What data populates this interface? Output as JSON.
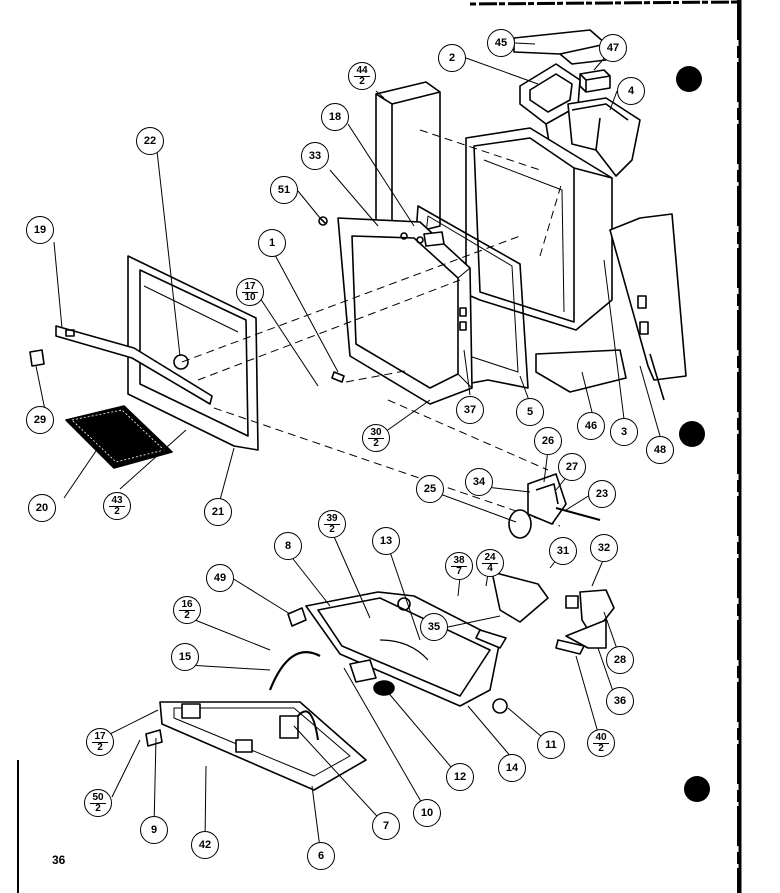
{
  "page_number": "36",
  "callouts": [
    {
      "id": "c45",
      "num": "45"
    },
    {
      "id": "c47",
      "num": "47"
    },
    {
      "id": "c2",
      "num": "2"
    },
    {
      "id": "c4",
      "num": "4"
    },
    {
      "id": "c44",
      "num": "44",
      "den": "2"
    },
    {
      "id": "c18",
      "num": "18"
    },
    {
      "id": "c33",
      "num": "33"
    },
    {
      "id": "c22",
      "num": "22"
    },
    {
      "id": "c51",
      "num": "51"
    },
    {
      "id": "c19",
      "num": "19"
    },
    {
      "id": "c1",
      "num": "1"
    },
    {
      "id": "c17a",
      "num": "17",
      "den": "10"
    },
    {
      "id": "c29",
      "num": "29"
    },
    {
      "id": "c30",
      "num": "30",
      "den": "2"
    },
    {
      "id": "c37",
      "num": "37"
    },
    {
      "id": "c5",
      "num": "5"
    },
    {
      "id": "c46",
      "num": "46"
    },
    {
      "id": "c3",
      "num": "3"
    },
    {
      "id": "c48",
      "num": "48"
    },
    {
      "id": "c26",
      "num": "26"
    },
    {
      "id": "c27",
      "num": "27"
    },
    {
      "id": "c20",
      "num": "20"
    },
    {
      "id": "c43",
      "num": "43",
      "den": "2"
    },
    {
      "id": "c21",
      "num": "21"
    },
    {
      "id": "c25",
      "num": "25"
    },
    {
      "id": "c34",
      "num": "34"
    },
    {
      "id": "c23",
      "num": "23"
    },
    {
      "id": "c39",
      "num": "39",
      "den": "2"
    },
    {
      "id": "c13",
      "num": "13"
    },
    {
      "id": "c8",
      "num": "8"
    },
    {
      "id": "c38",
      "num": "38",
      "den": "7"
    },
    {
      "id": "c24",
      "num": "24",
      "den": "4"
    },
    {
      "id": "c31",
      "num": "31"
    },
    {
      "id": "c32",
      "num": "32"
    },
    {
      "id": "c49",
      "num": "49"
    },
    {
      "id": "c16",
      "num": "16",
      "den": "2"
    },
    {
      "id": "c35",
      "num": "35"
    },
    {
      "id": "c28",
      "num": "28"
    },
    {
      "id": "c15",
      "num": "15"
    },
    {
      "id": "c36",
      "num": "36"
    },
    {
      "id": "c11",
      "num": "11"
    },
    {
      "id": "c40",
      "num": "40",
      "den": "2"
    },
    {
      "id": "c17b",
      "num": "17",
      "den": "2"
    },
    {
      "id": "c14",
      "num": "14"
    },
    {
      "id": "c12",
      "num": "12"
    },
    {
      "id": "c50",
      "num": "50",
      "den": "2"
    },
    {
      "id": "c10",
      "num": "10"
    },
    {
      "id": "c7",
      "num": "7"
    },
    {
      "id": "c9",
      "num": "9"
    },
    {
      "id": "c42",
      "num": "42"
    },
    {
      "id": "c6",
      "num": "6"
    }
  ]
}
